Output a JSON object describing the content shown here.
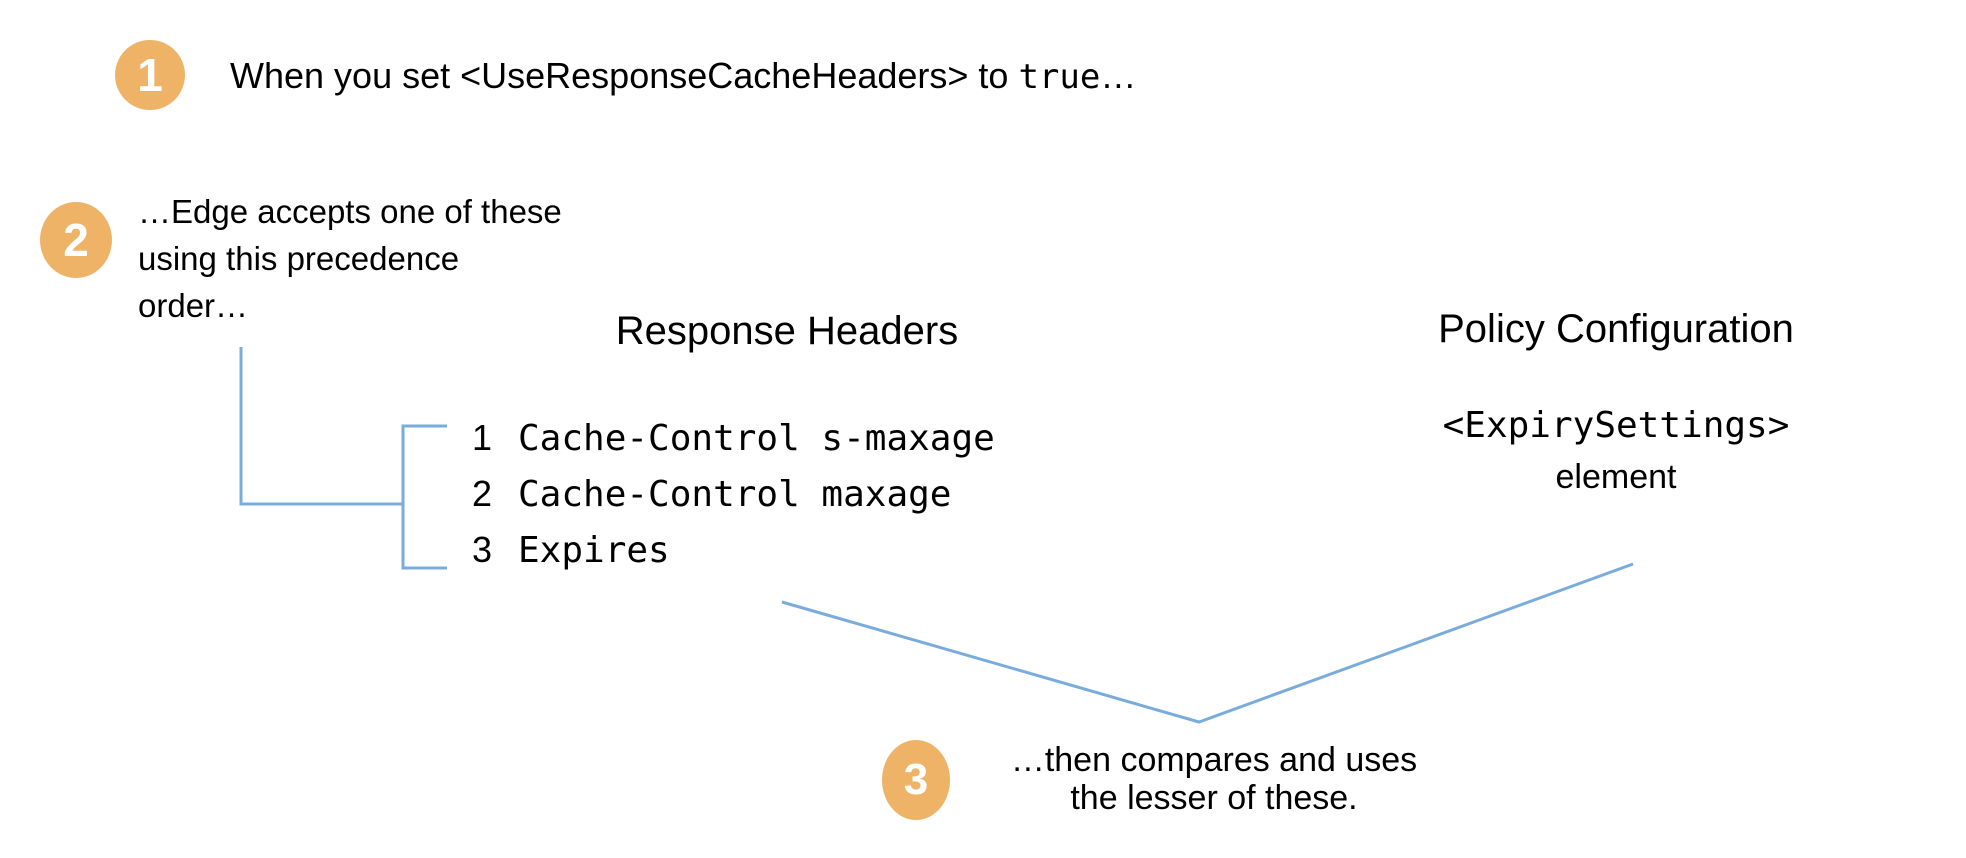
{
  "colors": {
    "badge_fill": "#EEB366",
    "badge_text": "#FFFFFF",
    "connector_blue": "#79ACDD",
    "text": "#000000",
    "background": "#FFFFFF"
  },
  "steps": [
    {
      "number": "1",
      "text_before_code": "When you set <UseResponseCacheHeaders> to ",
      "code": "true",
      "text_after_code": "…"
    },
    {
      "number": "2",
      "lines": [
        "…Edge accepts one of these",
        "using this precedence",
        "order…"
      ]
    },
    {
      "number": "3",
      "lines": [
        "…then compares and uses",
        "the lesser of these."
      ]
    }
  ],
  "response_headers": {
    "title": "Response Headers",
    "items": [
      {
        "rank": "1",
        "value": "Cache-Control s-maxage"
      },
      {
        "rank": "2",
        "value": "Cache-Control maxage"
      },
      {
        "rank": "3",
        "value": "Expires"
      }
    ]
  },
  "policy_configuration": {
    "title": "Policy Configuration",
    "code": "<ExpirySettings>",
    "caption": "element"
  }
}
